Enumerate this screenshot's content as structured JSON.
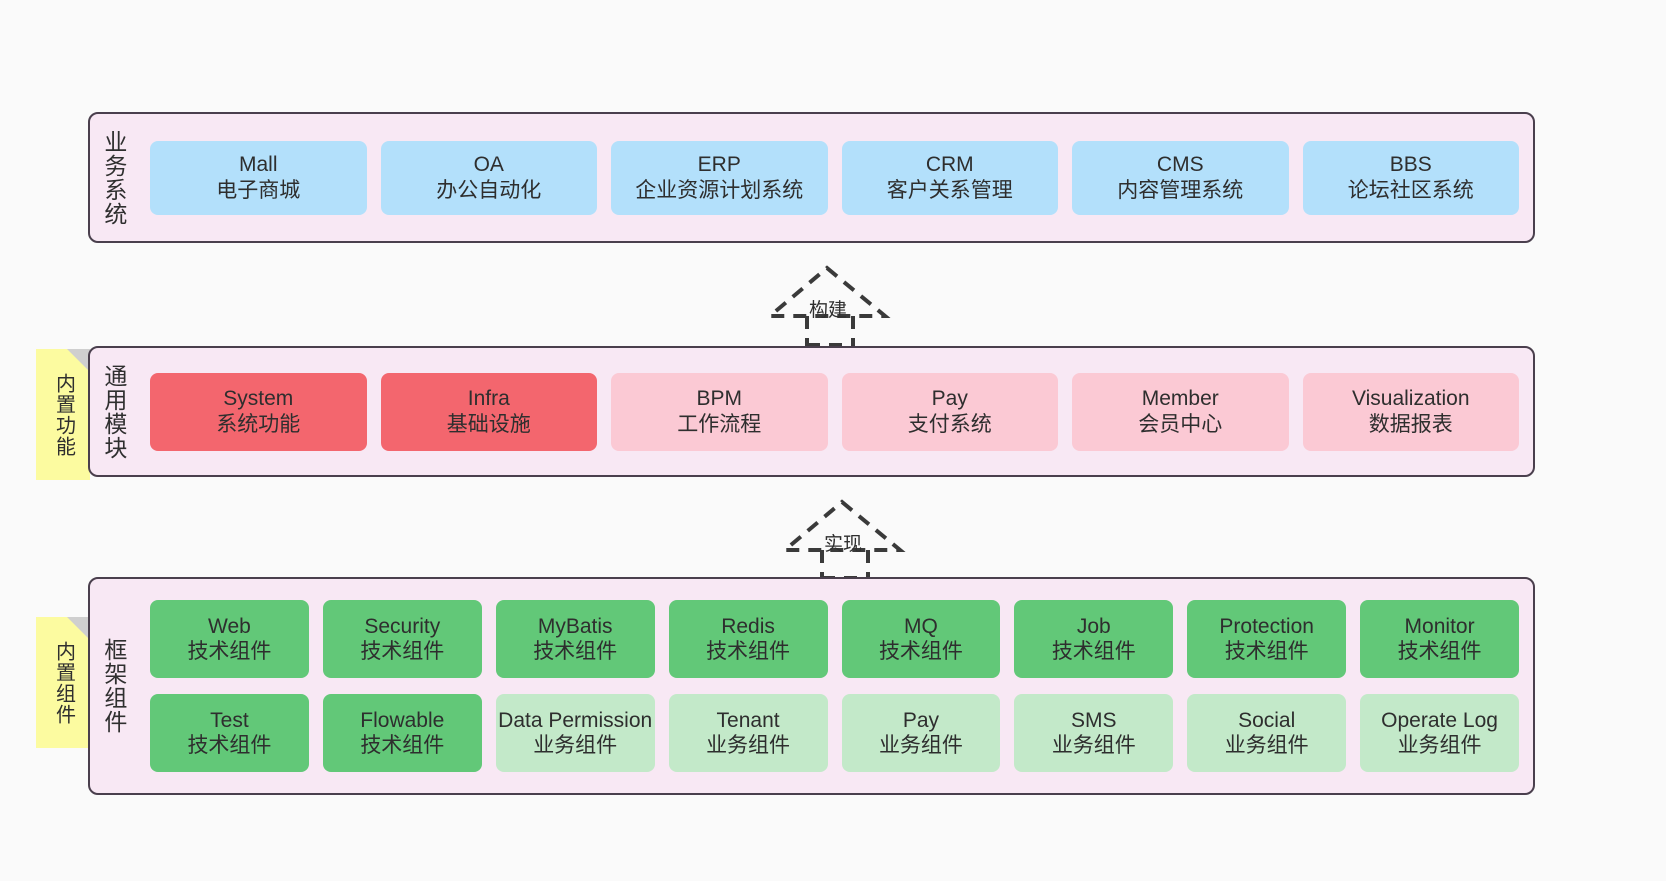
{
  "diagram": {
    "title": "",
    "background_color": "#fafafa",
    "layer_fill": "#f8e8f4",
    "layer_border": "#4a3f4d",
    "note_fill": "#fcfba0"
  },
  "layers": [
    {
      "key": "business",
      "label": "业务系统",
      "note": null,
      "rows": [
        {
          "cards": [
            {
              "title": "Mall",
              "subtitle": "电子商城",
              "style": "card-blue",
              "color": "#b3e0fb"
            },
            {
              "title": "OA",
              "subtitle": "办公自动化",
              "style": "card-blue",
              "color": "#b3e0fb"
            },
            {
              "title": "ERP",
              "subtitle": "企业资源计划系统",
              "style": "card-blue",
              "color": "#b3e0fb"
            },
            {
              "title": "CRM",
              "subtitle": "客户关系管理",
              "style": "card-blue",
              "color": "#b3e0fb"
            },
            {
              "title": "CMS",
              "subtitle": "内容管理系统",
              "style": "card-blue",
              "color": "#b3e0fb"
            },
            {
              "title": "BBS",
              "subtitle": "论坛社区系统",
              "style": "card-blue",
              "color": "#b3e0fb"
            }
          ]
        }
      ]
    },
    {
      "key": "common",
      "label": "通用模块",
      "note": "内置功能",
      "rows": [
        {
          "cards": [
            {
              "title": "System",
              "subtitle": "系统功能",
              "style": "card-red",
              "color": "#f3666e"
            },
            {
              "title": "Infra",
              "subtitle": "基础设施",
              "style": "card-red",
              "color": "#f3666e"
            },
            {
              "title": "BPM",
              "subtitle": "工作流程",
              "style": "card-pink",
              "color": "#fbc9d4"
            },
            {
              "title": "Pay",
              "subtitle": "支付系统",
              "style": "card-pink",
              "color": "#fbc9d4"
            },
            {
              "title": "Member",
              "subtitle": "会员中心",
              "style": "card-pink",
              "color": "#fbc9d4"
            },
            {
              "title": "Visualization",
              "subtitle": "数据报表",
              "style": "card-pink",
              "color": "#fbc9d4"
            }
          ]
        }
      ]
    },
    {
      "key": "framework",
      "label": "框架组件",
      "note": "内置组件",
      "rows": [
        {
          "cards": [
            {
              "title": "Web",
              "subtitle": "技术组件",
              "style": "card-green",
              "color": "#62c878"
            },
            {
              "title": "Security",
              "subtitle": "技术组件",
              "style": "card-green",
              "color": "#62c878"
            },
            {
              "title": "MyBatis",
              "subtitle": "技术组件",
              "style": "card-green",
              "color": "#62c878"
            },
            {
              "title": "Redis",
              "subtitle": "技术组件",
              "style": "card-green",
              "color": "#62c878"
            },
            {
              "title": "MQ",
              "subtitle": "技术组件",
              "style": "card-green",
              "color": "#62c878"
            },
            {
              "title": "Job",
              "subtitle": "技术组件",
              "style": "card-green",
              "color": "#62c878"
            },
            {
              "title": "Protection",
              "subtitle": "技术组件",
              "style": "card-green",
              "color": "#62c878"
            },
            {
              "title": "Monitor",
              "subtitle": "技术组件",
              "style": "card-green",
              "color": "#62c878"
            }
          ]
        },
        {
          "cards": [
            {
              "title": "Test",
              "subtitle": "技术组件",
              "style": "card-green",
              "color": "#62c878"
            },
            {
              "title": "Flowable",
              "subtitle": "技术组件",
              "style": "card-green",
              "color": "#62c878"
            },
            {
              "title": "Data Permission",
              "subtitle": "业务组件",
              "style": "card-lightgreen",
              "color": "#c3e9c9"
            },
            {
              "title": "Tenant",
              "subtitle": "业务组件",
              "style": "card-lightgreen",
              "color": "#c3e9c9"
            },
            {
              "title": "Pay",
              "subtitle": "业务组件",
              "style": "card-lightgreen",
              "color": "#c3e9c9"
            },
            {
              "title": "SMS",
              "subtitle": "业务组件",
              "style": "card-lightgreen",
              "color": "#c3e9c9"
            },
            {
              "title": "Social",
              "subtitle": "业务组件",
              "style": "card-lightgreen",
              "color": "#c3e9c9"
            },
            {
              "title": "Operate Log",
              "subtitle": "业务组件",
              "style": "card-lightgreen",
              "color": "#c3e9c9"
            }
          ]
        }
      ]
    }
  ],
  "connectors": [
    {
      "key": "build",
      "label": "构建",
      "from": "common",
      "to": "business",
      "style": "dashed-generalization"
    },
    {
      "key": "implement",
      "label": "实现",
      "from": "framework",
      "to": "common",
      "style": "dashed-generalization"
    }
  ]
}
